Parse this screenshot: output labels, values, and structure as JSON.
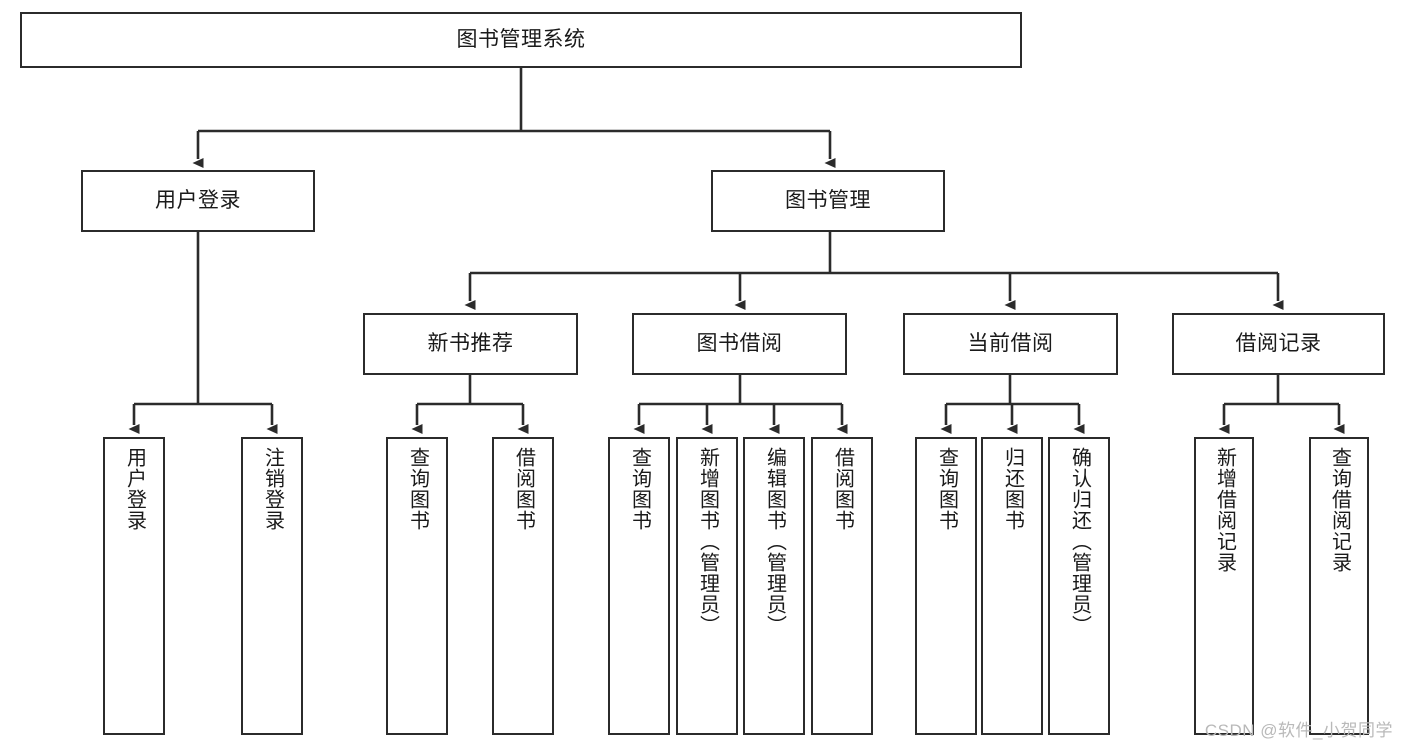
{
  "diagram": {
    "title": "图书管理系统",
    "watermark": "CSDN @软件_小贺同学",
    "line_color": "#2b2b2b",
    "box_fill": "#ffffff",
    "text_color": "#1a1a1a",
    "levels": {
      "root": {
        "label": "图书管理系统"
      },
      "level2": [
        {
          "label": "用户登录"
        },
        {
          "label": "图书管理"
        }
      ],
      "level3": [
        {
          "label": "新书推荐"
        },
        {
          "label": "图书借阅"
        },
        {
          "label": "当前借阅"
        },
        {
          "label": "借阅记录"
        }
      ],
      "leaves": [
        {
          "label": "用户登录",
          "parent": "用户登录"
        },
        {
          "label": "注销登录",
          "parent": "用户登录"
        },
        {
          "label": "查询图书",
          "parent": "新书推荐"
        },
        {
          "label": "借阅图书",
          "parent": "新书推荐"
        },
        {
          "label": "查询图书",
          "parent": "图书借阅"
        },
        {
          "label": "新增图书（管理员）",
          "parent": "图书借阅"
        },
        {
          "label": "编辑图书（管理员）",
          "parent": "图书借阅"
        },
        {
          "label": "借阅图书",
          "parent": "图书借阅"
        },
        {
          "label": "查询图书",
          "parent": "当前借阅"
        },
        {
          "label": "归还图书",
          "parent": "当前借阅"
        },
        {
          "label": "确认归还（管理员）",
          "parent": "当前借阅"
        },
        {
          "label": "新增借阅记录",
          "parent": "借阅记录"
        },
        {
          "label": "查询借阅记录",
          "parent": "借阅记录"
        }
      ]
    }
  }
}
